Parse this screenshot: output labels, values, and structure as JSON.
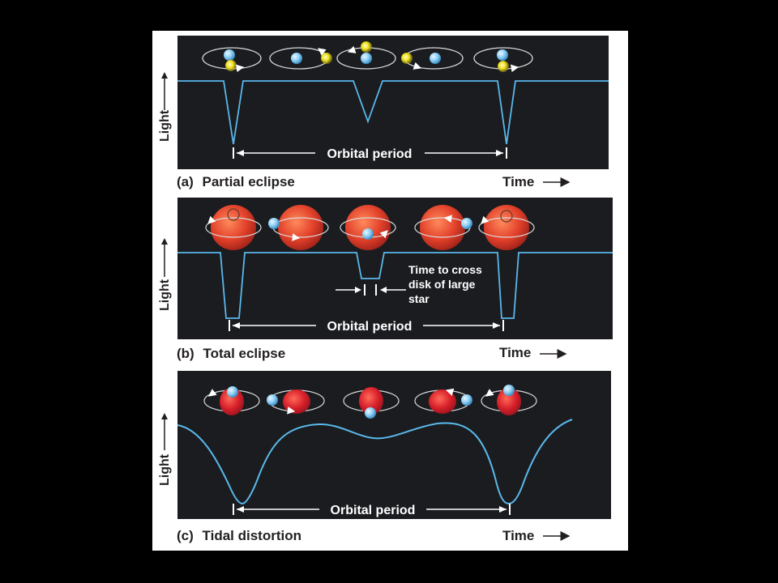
{
  "colors": {
    "background": "#000000",
    "figure_bg": "#ffffff",
    "panel_bg": "#1a1c20",
    "curve": "#5ab8ea",
    "text_on_dark": "#ffffff",
    "text_on_light": "#231f20",
    "small_star": "#8fd0f5",
    "yellow_star": "#f2e21a",
    "red_star": "#e2412a",
    "orbit": "#d9d9d9"
  },
  "panels": [
    {
      "id": "a",
      "letter": "(a)",
      "title": "Partial eclipse",
      "y_axis_label": "Light",
      "x_axis_label": "Time",
      "period_label": "Orbital period",
      "icons": [
        "orbit-icon",
        "blue-star-icon",
        "yellow-star-icon"
      ]
    },
    {
      "id": "b",
      "letter": "(b)",
      "title": "Total eclipse",
      "y_axis_label": "Light",
      "x_axis_label": "Time",
      "period_label": "Orbital period",
      "annotation": [
        "Time to cross",
        "disk of large",
        "star"
      ],
      "icons": [
        "orbit-icon",
        "blue-star-icon",
        "red-giant-star-icon"
      ]
    },
    {
      "id": "c",
      "letter": "(c)",
      "title": "Tidal distortion",
      "y_axis_label": "Light",
      "x_axis_label": "Time",
      "period_label": "Orbital period",
      "icons": [
        "orbit-icon",
        "blue-star-icon",
        "red-distorted-star-icon"
      ]
    }
  ]
}
